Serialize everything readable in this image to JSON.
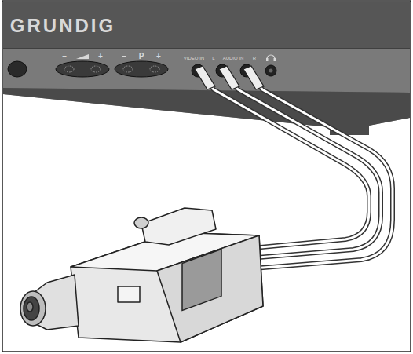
{
  "diagram": {
    "labels": [
      "GRUNDIG",
      "–",
      "+",
      "–",
      "P",
      "+",
      "VIDEO IN",
      "L",
      "AUDIO IN",
      "R"
    ]
  }
}
